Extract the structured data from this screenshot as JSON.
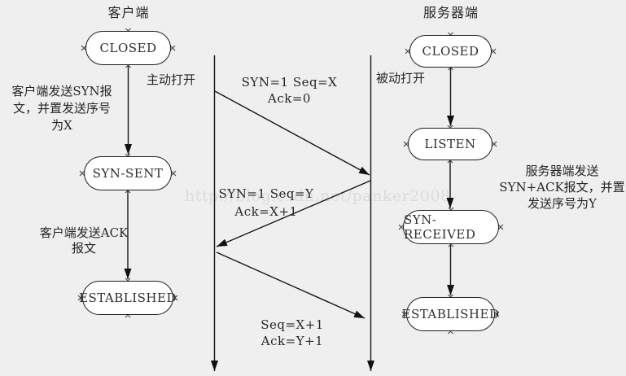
{
  "colors": {
    "background": "#efefef",
    "node_fill": "#ffffff",
    "stroke": "#1f1f1f",
    "text": "#262626",
    "watermark": "#dcdcdc"
  },
  "watermark": "http://blog.csdn.net/panker2008",
  "client": {
    "title": "客户端",
    "open_label": "主动打开",
    "states": [
      {
        "label": "CLOSED"
      },
      {
        "label": "SYN-SENT"
      },
      {
        "label": "ESTABLISHED"
      }
    ],
    "annotation_syn": "客户端发送SYN报\n文，并置发送序号\n为X",
    "annotation_ack": "客户端发送ACK\n报文"
  },
  "server": {
    "title": "服务器端",
    "open_label": "被动打开",
    "states": [
      {
        "label": "CLOSED"
      },
      {
        "label": "LISTEN"
      },
      {
        "label": "SYN-RECEIVED"
      },
      {
        "label": "ESTABLISHED"
      }
    ],
    "annotation_synack": "服务器端发送\nSYN+ACK报文，并置\n发送序号为Y"
  },
  "messages": [
    {
      "label": "SYN=1 Seq=X Ack=0"
    },
    {
      "label": "SYN=1 Seq=Y\nAck=X+1"
    },
    {
      "label": "Seq=X+1 Ack=Y+1"
    }
  ]
}
